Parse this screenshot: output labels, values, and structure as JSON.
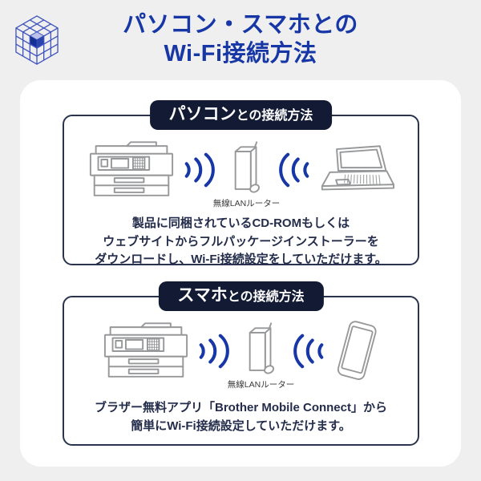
{
  "header": {
    "title_line1": "パソコン・スマホとの",
    "title_line2": "Wi-Fi接続方法"
  },
  "colors": {
    "page_bg": "#efefef",
    "panel_bg": "#ffffff",
    "title_blue": "#1737a6",
    "badge_navy": "#121b33",
    "card_border_navy": "#2a344f",
    "body_text_navy": "#232c4a",
    "wave_blue": "#1737a6",
    "lineart_gray": "#97989a"
  },
  "icons": {
    "logo": "isometric-cube-grid-logo",
    "printer": "multifunction-printer-icon",
    "router": "wireless-router-icon",
    "laptop": "laptop-icon",
    "smartphone": "smartphone-icon",
    "waves": "wifi-waves-icon"
  },
  "cards": [
    {
      "badge_main": "パソコン",
      "badge_sub": "との接続方法",
      "router_label": "無線LANルーター",
      "lines": [
        "製品に同梱されているCD-ROMもしくは",
        "ウェブサイトからフルパッケージインストーラーを",
        "ダウンロードし、Wi-Fi接続設定をしていただけます。"
      ]
    },
    {
      "badge_main": "スマホ",
      "badge_sub": "との接続方法",
      "router_label": "無線LANルーター",
      "lines": [
        "ブラザー無料アプリ「Brother Mobile Connect」から",
        "簡単にWi-Fi接続設定していただけます。"
      ]
    }
  ]
}
